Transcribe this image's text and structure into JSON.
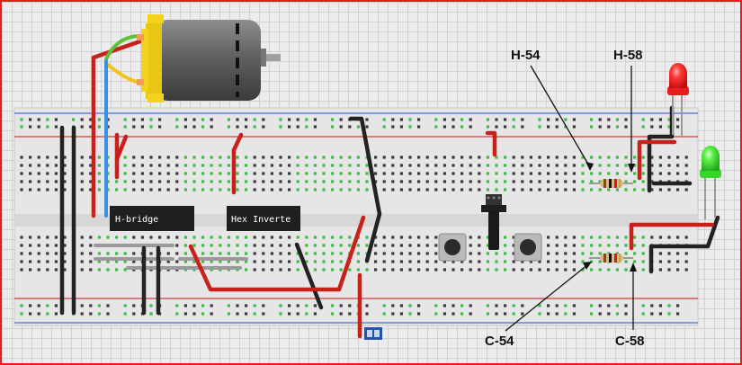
{
  "colors": {
    "frame_border": "#e3201b",
    "background_grid": "#ececec",
    "breadboard": "#e6e6e6",
    "hole_connected": "#3fb94a",
    "hole_empty": "#3a3a3a",
    "rail_red": "#d43b3b",
    "rail_blue": "#4a6fd6",
    "wire_red": "#c8201b",
    "wire_black": "#222222",
    "wire_green": "#5cc23a",
    "wire_yellow": "#f2c21a",
    "wire_blue": "#3c8fe6",
    "wire_gray": "#9a9a9a",
    "chip": "#1f1f1f",
    "motor_body": "#5d5f60",
    "motor_cap": "#f2d21a",
    "led_red": "#ff2a2a",
    "led_green": "#49e83c"
  },
  "components": {
    "motor": {
      "name": "DC motor"
    },
    "chips": [
      {
        "label": "H-bridge"
      },
      {
        "label": "Hex Inverte"
      }
    ],
    "leds": [
      {
        "color_name": "red"
      },
      {
        "color_name": "green"
      }
    ],
    "pushbuttons": 2,
    "potentiometer": 1,
    "resistors": 2,
    "battery_connector": 1
  },
  "callouts": {
    "h54": "H-54",
    "h58": "H-58",
    "c54": "C-54",
    "c58": "C-58"
  }
}
